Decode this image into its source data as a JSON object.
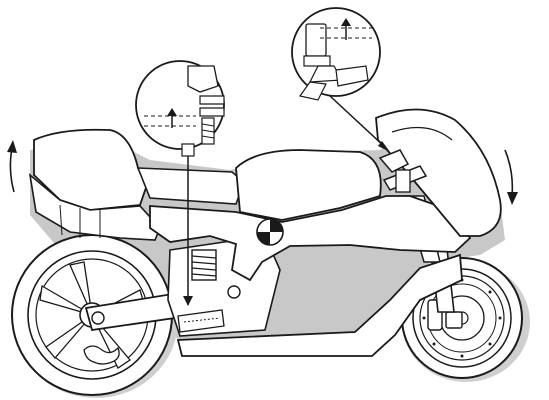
{
  "diagram": {
    "subject": "motorcycle-side-view",
    "colors": {
      "line": "#1a1a1a",
      "shadow": "#bdbdbd",
      "background": "#ffffff",
      "fill": "#ffffff"
    },
    "callouts": [
      {
        "id": "rear-shock-preload",
        "icon": "up-arrow-adjuster"
      },
      {
        "id": "front-fork-adjuster",
        "icon": "up-arrow-adjuster"
      }
    ],
    "motion_arrows": [
      {
        "id": "rear-rise",
        "icon": "curved-arrow-up"
      },
      {
        "id": "front-dive",
        "icon": "curved-arrow-down"
      }
    ],
    "center_of_gravity_icon": "cg-marker"
  }
}
